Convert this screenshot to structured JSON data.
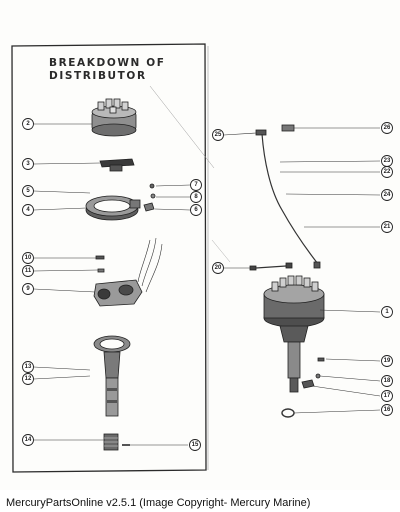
{
  "diagram": {
    "title_line1": "BREAKDOWN OF",
    "title_line2": "DISTRIBUTOR",
    "callouts": [
      "1",
      "2",
      "3",
      "4",
      "5",
      "6",
      "7",
      "8",
      "9",
      "10",
      "11",
      "12",
      "13",
      "14",
      "15",
      "16",
      "17",
      "18",
      "19",
      "20",
      "21",
      "22",
      "23",
      "24",
      "25",
      "26"
    ]
  },
  "caption": "MercuryPartsOnline v2.5.1 (Image Copyright- Mercury Marine)"
}
